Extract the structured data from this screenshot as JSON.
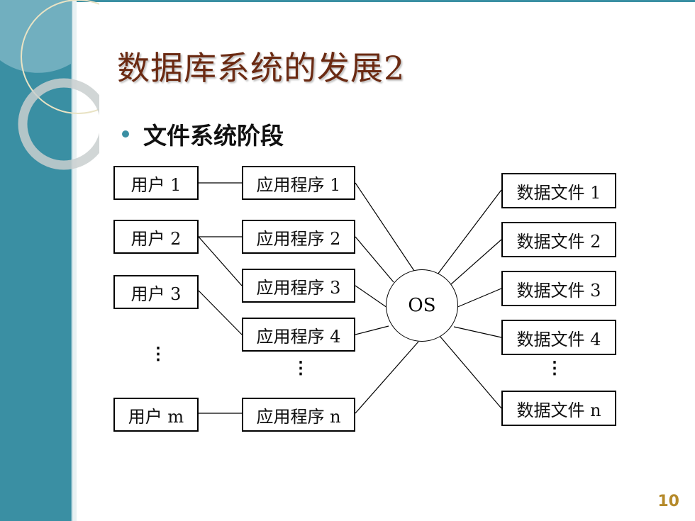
{
  "slide": {
    "title": "数据库系统的发展2",
    "bullet": "文件系统阶段",
    "page_number": "10"
  },
  "diagram": {
    "users": [
      "用户 1",
      "用户 2",
      "用户 3",
      "用户 m"
    ],
    "apps": [
      "应用程序 1",
      "应用程序 2",
      "应用程序 3",
      "应用程序 4",
      "应用程序 n"
    ],
    "os_label": "OS",
    "files": [
      "数据文件 1",
      "数据文件 2",
      "数据文件 3",
      "数据文件 4",
      "数据文件 n"
    ],
    "ellipsis": "⋮"
  },
  "colors": {
    "sidebar": "#3a8fa3",
    "title": "#6b2a12",
    "page_number": "#b58a2a"
  }
}
